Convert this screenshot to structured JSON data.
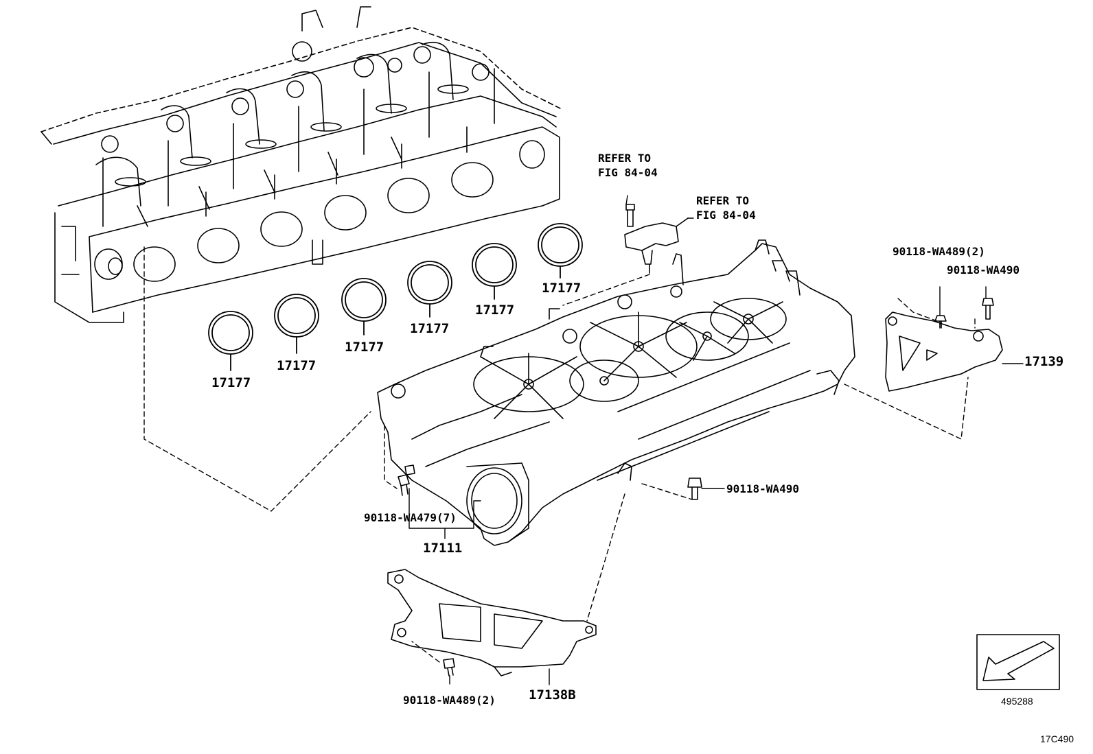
{
  "labels": {
    "refer_top": "REFER TO\nFIG 84-04",
    "refer_right": "REFER TO\nFIG 84-04",
    "ring_1": "17177",
    "ring_2": "17177",
    "ring_3": "17177",
    "ring_4": "17177",
    "ring_5": "17177",
    "ring_6": "17177",
    "bolt_wa489_right": "90118-WA489(2)",
    "bolt_wa490_right": "90118-WA490",
    "bracket_17139": "17139",
    "bolt_wa490_mid": "90118-WA490",
    "bolt_wa479": "90118-WA479(7)",
    "manifold_17111": "17111",
    "bolt_wa489_bottom": "90118-WA489(2)",
    "bracket_17138b": "17138B",
    "image_number": "495288",
    "figure_code": "17C490"
  },
  "colors": {
    "line": "#000000",
    "background": "#ffffff"
  },
  "icons": {
    "front_arrow": "arrow-down-left-icon"
  }
}
